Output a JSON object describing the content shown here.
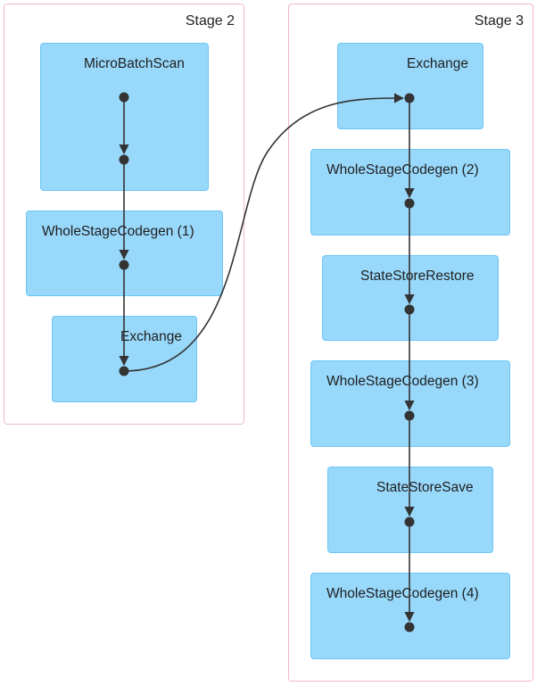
{
  "stages": [
    {
      "title": "Stage 2"
    },
    {
      "title": "Stage 3"
    }
  ],
  "nodes": {
    "micro_batch_scan": "MicroBatchScan",
    "whole_stage_codegen_1": "WholeStageCodegen (1)",
    "exchange_stage2": "Exchange",
    "exchange_stage3": "Exchange",
    "whole_stage_codegen_2": "WholeStageCodegen (2)",
    "state_store_restore": "StateStoreRestore",
    "whole_stage_codegen_3": "WholeStageCodegen (3)",
    "state_store_save": "StateStoreSave",
    "whole_stage_codegen_4": "WholeStageCodegen (4)"
  },
  "colors": {
    "node_fill": "#98d8fb",
    "node_border": "#6cc6f6",
    "stage_border": "#f0b8c8",
    "edge": "#333333"
  }
}
